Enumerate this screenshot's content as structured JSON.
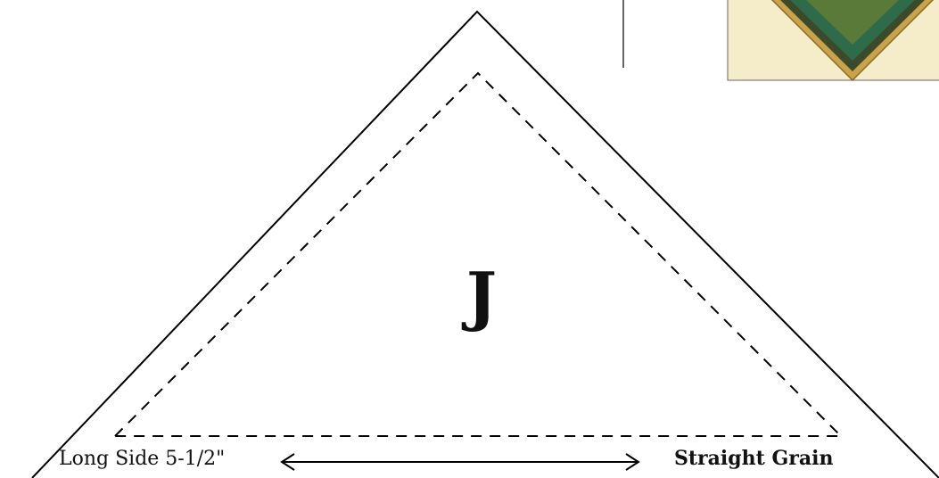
{
  "pattern_piece": {
    "letter": "J",
    "measurement": "Long Side 5-1/2\"",
    "grain": "Straight Grain"
  },
  "thumbnail": {
    "background_color": "#f5ecc9",
    "border_color": "#555555",
    "fabric_colors": [
      "#5a7a3a",
      "#2e6b4a",
      "#c9a24a",
      "#3a4a2a"
    ]
  }
}
